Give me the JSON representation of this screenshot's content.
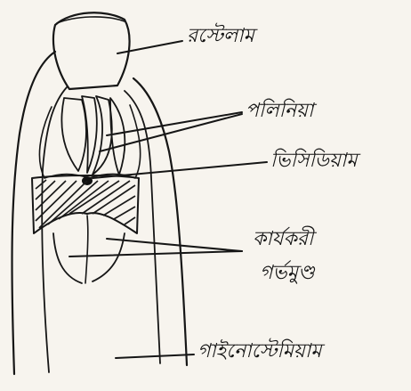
{
  "diagram": {
    "labels": {
      "rostellum": "রস্টেলাম",
      "pollinium": "পলিনিয়া",
      "viscidium": "ভিসিডিয়াম",
      "fertile_line1": "কার্যকরী",
      "fertile_line2": "গর্ভমুণ্ড",
      "gynostemium": "গাইনোস্টেমিয়াম"
    },
    "ink_color": "#161616",
    "paper_color": "#f7f4ee"
  }
}
